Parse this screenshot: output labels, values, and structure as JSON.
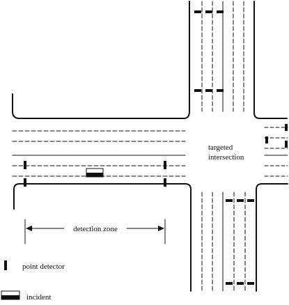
{
  "labels": {
    "intersection_line1": "targeted",
    "intersection_line2": "intersection",
    "detection_zone": "detection zone"
  },
  "legend": {
    "detector_label": "point detector",
    "incident_label": "incident"
  },
  "colors": {
    "ink": "#111111",
    "background": "#ffffff"
  }
}
